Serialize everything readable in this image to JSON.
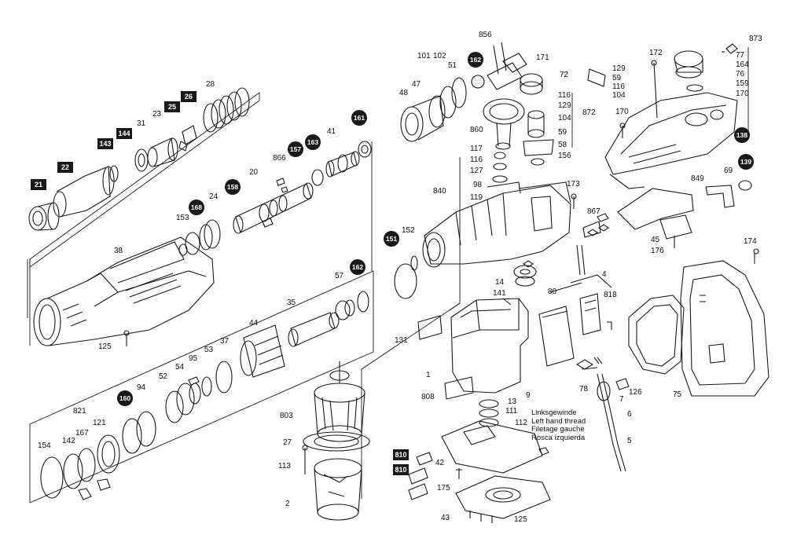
{
  "labels": {
    "l856": "856",
    "l171": "171",
    "l101": "101",
    "l102": "102",
    "l51": "51",
    "l72": "72",
    "l48": "48",
    "l47": "47",
    "l129a": "129",
    "l59a": "59",
    "l116a": "116",
    "l104a": "104",
    "l172": "172",
    "l873": "873",
    "l77": "77",
    "l164": "164",
    "l76": "76",
    "l159": "159",
    "l170a": "170",
    "l28": "28",
    "l116b": "116",
    "l129b": "129",
    "l872": "872",
    "l104b": "104",
    "l860": "860",
    "l59b": "59",
    "l58": "58",
    "l156": "156",
    "l117": "117",
    "l116c": "116",
    "l127": "127",
    "l98": "98",
    "l119": "119",
    "l840": "840",
    "l170b": "170",
    "l31": "31",
    "l23": "23",
    "l866": "866",
    "l41": "41",
    "l20": "20",
    "l173": "173",
    "l849": "849",
    "l69": "69",
    "l867": "867",
    "l45": "45",
    "l176": "176",
    "l174": "174",
    "l24": "24",
    "l153": "153",
    "l152": "152",
    "l38": "38",
    "l57": "57",
    "l35": "35",
    "l14": "14",
    "l141": "141",
    "l4": "4",
    "l80": "80",
    "l818": "818",
    "l131": "131",
    "l125a": "125",
    "l44": "44",
    "l37": "37",
    "l53": "53",
    "l95": "95",
    "l54": "54",
    "l52": "52",
    "l94": "94",
    "l1": "1",
    "l9": "9",
    "l803": "803",
    "l808": "808",
    "l13": "13",
    "l111": "111",
    "l112": "112",
    "l78": "78",
    "l126": "126",
    "l7": "7",
    "l6": "6",
    "l75": "75",
    "l821": "821",
    "l167": "167",
    "l121": "121",
    "l142": "142",
    "l154": "154",
    "l27": "27",
    "l5": "5",
    "l113": "113",
    "l42": "42",
    "l175": "175",
    "l2": "2",
    "l43": "43",
    "l125b": "125"
  },
  "badges": {
    "b162a": "162",
    "b161": "161",
    "b157": "157",
    "b163": "163",
    "b158": "158",
    "b168": "168",
    "b151": "151",
    "b162b": "162",
    "b160": "160",
    "b138": "138",
    "b139": "139"
  },
  "tags": {
    "t21": "21",
    "t22": "22",
    "t143": "143",
    "t144": "144",
    "t25": "25",
    "t26": "26",
    "t810a": "810",
    "t810b": "810"
  },
  "thread_note": {
    "line1": "Linksgewinde",
    "line2": "Left hand thread",
    "line3": "Filetage gauche",
    "line4": "Rosca izquierda"
  }
}
